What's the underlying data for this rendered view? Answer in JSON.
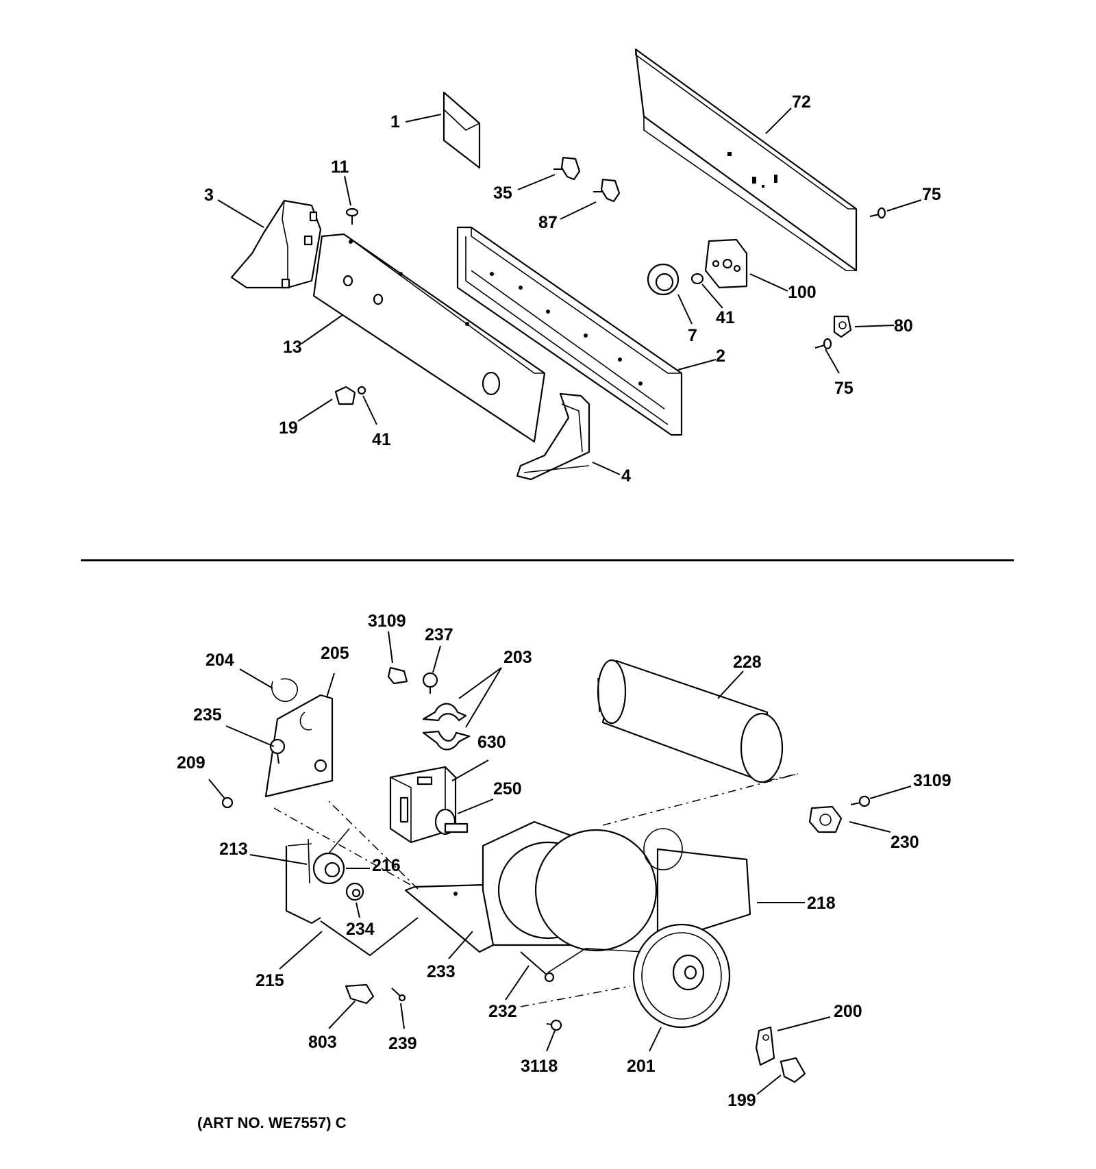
{
  "callouts": {
    "c1": "1",
    "c72": "72",
    "c11": "11",
    "c3": "3",
    "c35": "35",
    "c87": "87",
    "c75a": "75",
    "c100": "100",
    "c41a": "41",
    "c7": "7",
    "c80": "80",
    "c13": "13",
    "c2": "2",
    "c75b": "75",
    "c19": "19",
    "c41b": "41",
    "c4": "4",
    "c3109a": "3109",
    "c237": "237",
    "c203": "203",
    "c228": "228",
    "c204": "204",
    "c205": "205",
    "c235": "235",
    "c630": "630",
    "c209": "209",
    "c250": "250",
    "c3109b": "3109",
    "c230": "230",
    "c213": "213",
    "c216": "216",
    "c218": "218",
    "c234": "234",
    "c215": "215",
    "c233": "233",
    "c232": "232",
    "c200": "200",
    "c803": "803",
    "c239": "239",
    "c3118": "3118",
    "c201": "201",
    "c199": "199"
  },
  "art_number": "(ART NO. WE7557) C"
}
